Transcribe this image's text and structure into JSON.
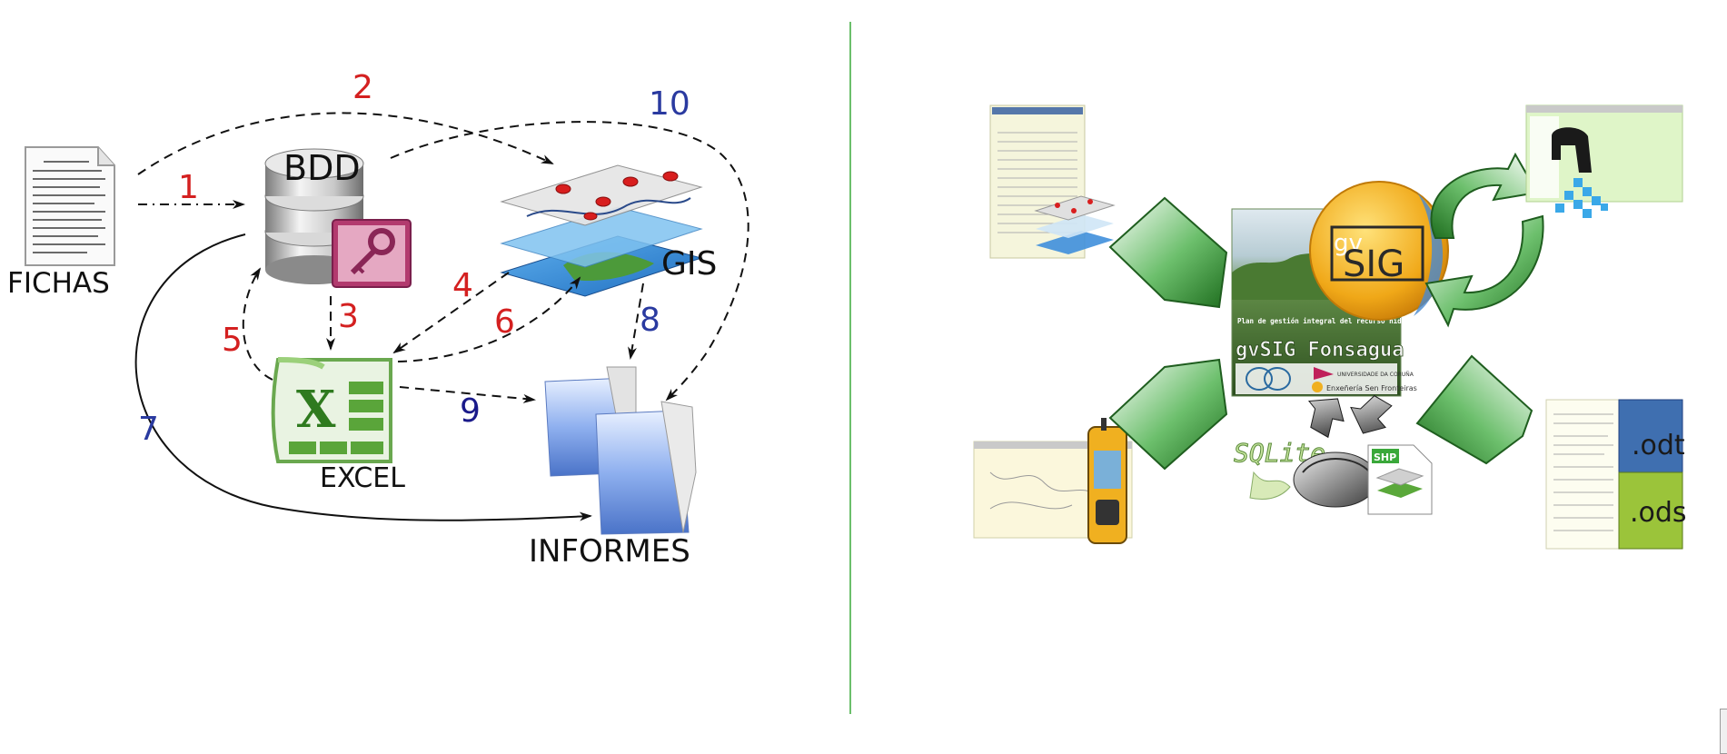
{
  "left_diagram": {
    "nodes": {
      "fichas": "FICHAS",
      "bdd": "BDD",
      "gis": "GIS",
      "excel": "EXCEL",
      "informes": "INFORMES"
    },
    "edges": [
      {
        "label": "1",
        "from": "fichas",
        "to": "bdd",
        "style": "dash-dot",
        "color": "#d42020"
      },
      {
        "label": "2",
        "from": "fichas",
        "to": "gis",
        "style": "dashed",
        "color": "#d42020"
      },
      {
        "label": "3",
        "from": "bdd",
        "to": "excel",
        "style": "dashed",
        "color": "#d42020"
      },
      {
        "label": "4",
        "from": "gis",
        "to": "excel",
        "style": "dashed",
        "color": "#d42020"
      },
      {
        "label": "5",
        "from": "excel",
        "to": "bdd",
        "style": "dashed",
        "color": "#d42020"
      },
      {
        "label": "6",
        "from": "excel",
        "to": "gis",
        "style": "dashed",
        "color": "#d42020"
      },
      {
        "label": "7",
        "from": "bdd",
        "to": "informes",
        "style": "solid",
        "color": "#2a3aa0"
      },
      {
        "label": "8",
        "from": "gis",
        "to": "informes",
        "style": "dashed",
        "color": "#2a3aa0"
      },
      {
        "label": "9",
        "from": "excel",
        "to": "informes",
        "style": "dashed",
        "color": "#1a1a8a"
      },
      {
        "label": "10",
        "from": "bdd",
        "to": "informes",
        "style": "dashed",
        "color": "#2a3aa0"
      }
    ]
  },
  "right_diagram": {
    "center_app": {
      "logo_small": "gv",
      "logo_big": "SIG",
      "title": "gvSIG Fonsagua",
      "caption": "Plan de gestión integral del recurso hídrico",
      "footer_org": "Enxeñería Sen Fronteiras",
      "footer_univ": "UNIVERSIDADE DA CORUÑA"
    },
    "sqlite_label": "SQLite",
    "shp_label": "SHP",
    "odt_label": ".odt",
    "ods_label": ".ods"
  },
  "colors": {
    "red_label": "#d42020",
    "blue_label": "#2a3aa0",
    "divider": "#3aaa3a",
    "arrow_green": "#2f8a2f"
  }
}
